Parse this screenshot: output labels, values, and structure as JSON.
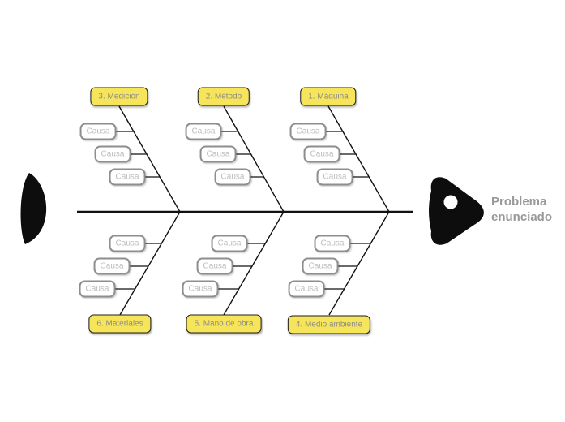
{
  "diagram": {
    "problem": {
      "label": "Problema enunciado"
    },
    "categories": [
      {
        "label": "3. Medición",
        "side": "top",
        "causes": [
          "Causa",
          "Causa",
          "Causa"
        ]
      },
      {
        "label": "2. Método",
        "side": "top",
        "causes": [
          "Causa",
          "Causa",
          "Causa"
        ]
      },
      {
        "label": "1. Máquina",
        "side": "top",
        "causes": [
          "Causa",
          "Causa",
          "Causa"
        ]
      },
      {
        "label": "6. Materiales",
        "side": "bottom",
        "causes": [
          "Causa",
          "Causa",
          "Causa"
        ]
      },
      {
        "label": "5. Mano de obra",
        "side": "bottom",
        "causes": [
          "Causa",
          "Causa",
          "Causa"
        ]
      },
      {
        "label": "4. Medio ambiente",
        "side": "bottom",
        "causes": [
          "Causa",
          "Causa",
          "Causa"
        ]
      }
    ],
    "colors": {
      "background": "#FFFFFF",
      "category_fill": "#F6E45A",
      "category_border": "#1F1F1F",
      "category_text": "#8C8C8C",
      "cause_fill": "#FFFFFF",
      "cause_border": "#8E8E8E",
      "cause_text": "#BDBDBD",
      "line": "#111111",
      "fish_shape": "#0D0D0D",
      "problem_text": "#999999"
    }
  }
}
